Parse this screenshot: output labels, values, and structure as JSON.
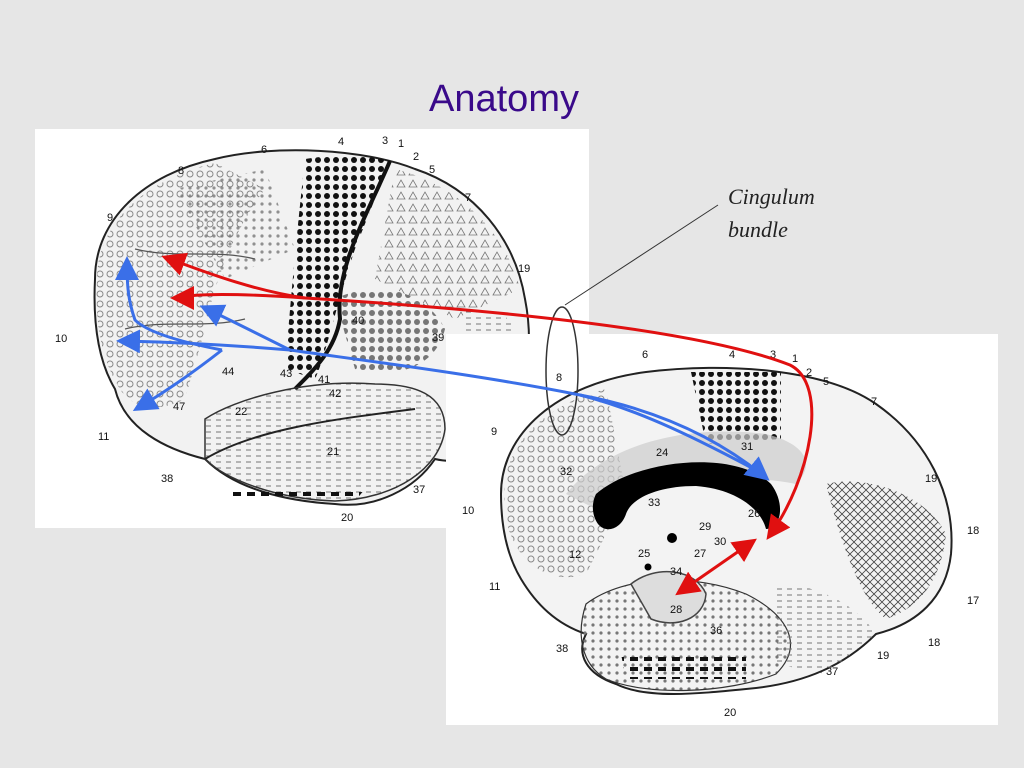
{
  "slide": {
    "title": "Anatomy",
    "annotation": {
      "line1": "Cingulum",
      "line2": "bundle"
    }
  },
  "lateral_view": {
    "area_labels": [
      "1",
      "2",
      "3",
      "4",
      "5",
      "6",
      "7",
      "8",
      "9",
      "10",
      "11",
      "19",
      "20",
      "21",
      "22",
      "37",
      "38",
      "39",
      "40",
      "41",
      "42",
      "43",
      "44",
      "47"
    ]
  },
  "medial_view": {
    "area_labels": [
      "1",
      "2",
      "3",
      "4",
      "5",
      "6",
      "7",
      "8",
      "9",
      "10",
      "11",
      "12",
      "17",
      "18",
      "18",
      "19",
      "19",
      "20",
      "24",
      "25",
      "26",
      "27",
      "28",
      "29",
      "30",
      "31",
      "32",
      "33",
      "34",
      "36",
      "37",
      "38"
    ]
  },
  "colors": {
    "background": "#e6e6e6",
    "title": "#3a0a8a",
    "red_arrow": "#e01010",
    "blue_arrow": "#3a6fe8"
  }
}
